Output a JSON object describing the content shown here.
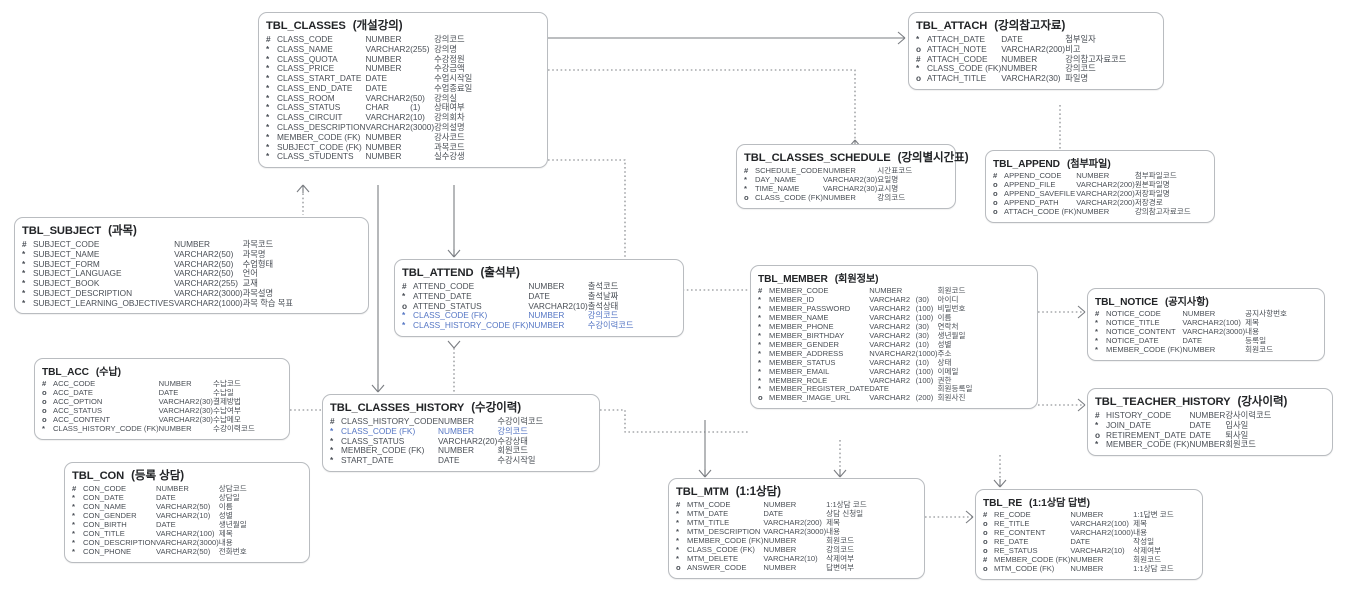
{
  "diagram": {
    "kind": "erd",
    "notation": "crow-foot / barker",
    "mark_legend": {
      "pk": "#",
      "mandatory": "*",
      "optional": "o"
    },
    "colors": {
      "entity_border": "#b9bcc0",
      "text": "#4a4f56",
      "title": "#222427",
      "fk_highlight": "#5576c4",
      "line": "#7a7d82"
    }
  },
  "entities": [
    {
      "id": "TBL_CLASSES",
      "name": "TBL_CLASSES",
      "korean": "(개설강의)",
      "attrs": [
        {
          "mark": "#",
          "name": "CLASS_CODE",
          "type": "NUMBER",
          "size": "",
          "ko": "강의코드",
          "fk": false
        },
        {
          "mark": "*",
          "name": "CLASS_NAME",
          "type": "VARCHAR2",
          "size": "(255)",
          "ko": "강의명",
          "fk": false
        },
        {
          "mark": "*",
          "name": "CLASS_QUOTA",
          "type": "NUMBER",
          "size": "",
          "ko": "수강정원",
          "fk": false
        },
        {
          "mark": "*",
          "name": "CLASS_PRICE",
          "type": "NUMBER",
          "size": "",
          "ko": "수강금액",
          "fk": false
        },
        {
          "mark": "*",
          "name": "CLASS_START_DATE",
          "type": "DATE",
          "size": "",
          "ko": "수업시작일",
          "fk": false
        },
        {
          "mark": "*",
          "name": "CLASS_END_DATE",
          "type": "DATE",
          "size": "",
          "ko": "수업종료일",
          "fk": false
        },
        {
          "mark": "*",
          "name": "CLASS_ROOM",
          "type": "VARCHAR2",
          "size": "(50)",
          "ko": "강의실",
          "fk": false
        },
        {
          "mark": "*",
          "name": "CLASS_STATUS",
          "type": "CHAR",
          "size": "(1)",
          "ko": "상태여부",
          "fk": false
        },
        {
          "mark": "*",
          "name": "CLASS_CIRCUIT",
          "type": "VARCHAR2",
          "size": "(10)",
          "ko": "강의회차",
          "fk": false
        },
        {
          "mark": "*",
          "name": "CLASS_DESCRIPTION",
          "type": "VARCHAR2",
          "size": "(3000)",
          "ko": "강의설명",
          "fk": false
        },
        {
          "mark": "*",
          "name": "MEMBER_CODE (FK)",
          "type": "NUMBER",
          "size": "",
          "ko": "강사코드",
          "fk": false
        },
        {
          "mark": "*",
          "name": "SUBJECT_CODE (FK)",
          "type": "NUMBER",
          "size": "",
          "ko": "과목코드",
          "fk": false
        },
        {
          "mark": "*",
          "name": "CLASS_STUDENTS",
          "type": "NUMBER",
          "size": "",
          "ko": "실수강생",
          "fk": false
        }
      ]
    },
    {
      "id": "TBL_ATTACH",
      "name": "TBL_ATTACH",
      "korean": "(강의참고자료)",
      "attrs": [
        {
          "mark": "*",
          "name": "ATTACH_DATE",
          "type": "DATE",
          "size": "",
          "ko": "첨부일자",
          "fk": false
        },
        {
          "mark": "o",
          "name": "ATTACH_NOTE",
          "type": "VARCHAR2",
          "size": "(200)",
          "ko": "비고",
          "fk": false
        },
        {
          "mark": "#",
          "name": "ATTACH_CODE",
          "type": "NUMBER",
          "size": "",
          "ko": "강의참고자료코드",
          "fk": false
        },
        {
          "mark": "*",
          "name": "CLASS_CODE (FK)",
          "type": "NUMBER",
          "size": "",
          "ko": "강의코드",
          "fk": false
        },
        {
          "mark": "o",
          "name": "ATTACH_TITLE",
          "type": "VARCHAR2",
          "size": "(30)",
          "ko": "파일명",
          "fk": false
        }
      ]
    },
    {
      "id": "TBL_CLASSES_SCHEDULE",
      "name": "TBL_CLASSES_SCHEDULE",
      "korean": "(강의별시간표)",
      "attrs": [
        {
          "mark": "#",
          "name": "SCHEDULE_CODE",
          "type": "NUMBER",
          "size": "",
          "ko": "시간표코드",
          "fk": false
        },
        {
          "mark": "*",
          "name": "DAY_NAME",
          "type": "VARCHAR2",
          "size": "(30)",
          "ko": "요일명",
          "fk": false
        },
        {
          "mark": "*",
          "name": "TIME_NAME",
          "type": "VARCHAR2",
          "size": "(30)",
          "ko": "교시명",
          "fk": false
        },
        {
          "mark": "o",
          "name": "CLASS_CODE (FK)",
          "type": "NUMBER",
          "size": "",
          "ko": "강의코드",
          "fk": false
        }
      ]
    },
    {
      "id": "TBL_APPEND",
      "name": "TBL_APPEND",
      "korean": "(첨부파일)",
      "attrs": [
        {
          "mark": "#",
          "name": "APPEND_CODE",
          "type": "NUMBER",
          "size": "",
          "ko": "첨부파일코드",
          "fk": false
        },
        {
          "mark": "o",
          "name": "APPEND_FILE",
          "type": "VARCHAR2",
          "size": "(200)",
          "ko": "원본파일명",
          "fk": false
        },
        {
          "mark": "o",
          "name": "APPEND_SAVEFILE",
          "type": "VARCHAR2",
          "size": "(200)",
          "ko": "저장파일명",
          "fk": false
        },
        {
          "mark": "o",
          "name": "APPEND_PATH",
          "type": "VARCHAR2",
          "size": "(200)",
          "ko": "저장경로",
          "fk": false
        },
        {
          "mark": "o",
          "name": "ATTACH_CODE (FK)",
          "type": "NUMBER",
          "size": "",
          "ko": "강의참고자료코드",
          "fk": false
        }
      ]
    },
    {
      "id": "TBL_SUBJECT",
      "name": "TBL_SUBJECT",
      "korean": "(과목)",
      "attrs": [
        {
          "mark": "#",
          "name": "SUBJECT_CODE",
          "type": "NUMBER",
          "size": "",
          "ko": "과목코드",
          "fk": false
        },
        {
          "mark": "*",
          "name": "SUBJECT_NAME",
          "type": "VARCHAR2",
          "size": "(50)",
          "ko": "과목명",
          "fk": false
        },
        {
          "mark": "*",
          "name": "SUBJECT_FORM",
          "type": "VARCHAR2",
          "size": "(50)",
          "ko": "수업형태",
          "fk": false
        },
        {
          "mark": "*",
          "name": "SUBJECT_LANGUAGE",
          "type": "VARCHAR2",
          "size": "(50)",
          "ko": "언어",
          "fk": false
        },
        {
          "mark": "*",
          "name": "SUBJECT_BOOK",
          "type": "VARCHAR2",
          "size": "(255)",
          "ko": "교재",
          "fk": false
        },
        {
          "mark": "*",
          "name": "SUBJECT_DESCRIPTION",
          "type": "VARCHAR2",
          "size": "(3000)",
          "ko": "과목설명",
          "fk": false
        },
        {
          "mark": "*",
          "name": "SUBJECT_LEARNING_OBJECTIVES",
          "type": "VARCHAR2",
          "size": "(1000)",
          "ko": "과목 학습 목표",
          "fk": false
        }
      ]
    },
    {
      "id": "TBL_ATTEND",
      "name": "TBL_ATTEND",
      "korean": "(출석부)",
      "attrs": [
        {
          "mark": "#",
          "name": "ATTEND_CODE",
          "type": "NUMBER",
          "size": "",
          "ko": "출석코드",
          "fk": false
        },
        {
          "mark": "*",
          "name": "ATTEND_DATE",
          "type": "DATE",
          "size": "",
          "ko": "출석날짜",
          "fk": false
        },
        {
          "mark": "o",
          "name": "ATTEND_STATUS",
          "type": "VARCHAR2",
          "size": "(10)",
          "ko": "출석상태",
          "fk": false
        },
        {
          "mark": "*",
          "name": "CLASS_CODE (FK)",
          "type": "NUMBER",
          "size": "",
          "ko": "강의코드",
          "fk": true
        },
        {
          "mark": "*",
          "name": "CLASS_HISTORY_CODE (FK)",
          "type": "NUMBER",
          "size": "",
          "ko": "수강이력코드",
          "fk": true
        }
      ]
    },
    {
      "id": "TBL_MEMBER",
      "name": "TBL_MEMBER",
      "korean": "(회원정보)",
      "attrs": [
        {
          "mark": "#",
          "name": "MEMBER_CODE",
          "type": "NUMBER",
          "size": "",
          "ko": "회원코드",
          "fk": false
        },
        {
          "mark": "*",
          "name": "MEMBER_ID",
          "type": "VARCHAR2",
          "size": "(30)",
          "ko": "아이디",
          "fk": false
        },
        {
          "mark": "*",
          "name": "MEMBER_PASSWORD",
          "type": "VARCHAR2",
          "size": "(100)",
          "ko": "비밀번호",
          "fk": false
        },
        {
          "mark": "*",
          "name": "MEMBER_NAME",
          "type": "VARCHAR2",
          "size": "(100)",
          "ko": "이름",
          "fk": false
        },
        {
          "mark": "*",
          "name": "MEMBER_PHONE",
          "type": "VARCHAR2",
          "size": "(30)",
          "ko": "연락처",
          "fk": false
        },
        {
          "mark": "*",
          "name": "MEMBER_BIRTHDAY",
          "type": "VARCHAR2",
          "size": "(30)",
          "ko": "생년월일",
          "fk": false
        },
        {
          "mark": "*",
          "name": "MEMBER_GENDER",
          "type": "VARCHAR2",
          "size": "(10)",
          "ko": "성별",
          "fk": false
        },
        {
          "mark": "*",
          "name": "MEMBER_ADDRESS",
          "type": "NVARCHAR2",
          "size": "(1000)",
          "ko": "주소",
          "fk": false
        },
        {
          "mark": "*",
          "name": "MEMBER_STATUS",
          "type": "VARCHAR2",
          "size": "(10)",
          "ko": "상태",
          "fk": false
        },
        {
          "mark": "*",
          "name": "MEMBER_EMAIL",
          "type": "VARCHAR2",
          "size": "(100)",
          "ko": "이메일",
          "fk": false
        },
        {
          "mark": "*",
          "name": "MEMBER_ROLE",
          "type": "VARCHAR2",
          "size": "(100)",
          "ko": "권한",
          "fk": false
        },
        {
          "mark": "*",
          "name": "MEMBER_REGISTER_DATE",
          "type": "DATE",
          "size": "",
          "ko": "회원등록일",
          "fk": false
        },
        {
          "mark": "o",
          "name": "MEMBER_IMAGE_URL",
          "type": "VARCHAR2",
          "size": "(200)",
          "ko": "회원사진",
          "fk": false
        }
      ]
    },
    {
      "id": "TBL_NOTICE",
      "name": "TBL_NOTICE",
      "korean": "(공지사항)",
      "attrs": [
        {
          "mark": "#",
          "name": "NOTICE_CODE",
          "type": "NUMBER",
          "size": "",
          "ko": "공지사항번호",
          "fk": false
        },
        {
          "mark": "*",
          "name": "NOTICE_TITLE",
          "type": "VARCHAR2",
          "size": "(100)",
          "ko": "제목",
          "fk": false
        },
        {
          "mark": "*",
          "name": "NOTICE_CONTENT",
          "type": "VARCHAR2",
          "size": "(3000)",
          "ko": "내용",
          "fk": false
        },
        {
          "mark": "*",
          "name": "NOTICE_DATE",
          "type": "DATE",
          "size": "",
          "ko": "등록일",
          "fk": false
        },
        {
          "mark": "*",
          "name": "MEMBER_CODE (FK)",
          "type": "NUMBER",
          "size": "",
          "ko": "회원코드",
          "fk": false
        }
      ]
    },
    {
      "id": "TBL_ACC",
      "name": "TBL_ACC",
      "korean": "(수납)",
      "attrs": [
        {
          "mark": "#",
          "name": "ACC_CODE",
          "type": "NUMBER",
          "size": "",
          "ko": "수납코드",
          "fk": false
        },
        {
          "mark": "o",
          "name": "ACC_DATE",
          "type": "DATE",
          "size": "",
          "ko": "수납일",
          "fk": false
        },
        {
          "mark": "o",
          "name": "ACC_OPTION",
          "type": "VARCHAR2",
          "size": "(30)",
          "ko": "결제방법",
          "fk": false
        },
        {
          "mark": "o",
          "name": "ACC_STATUS",
          "type": "VARCHAR2",
          "size": "(30)",
          "ko": "수납여부",
          "fk": false
        },
        {
          "mark": "o",
          "name": "ACC_CONTENT",
          "type": "VARCHAR2",
          "size": "(30)",
          "ko": "수납메모",
          "fk": false
        },
        {
          "mark": "*",
          "name": "CLASS_HISTORY_CODE (FK)",
          "type": "NUMBER",
          "size": "",
          "ko": "수강이력코드",
          "fk": false
        }
      ]
    },
    {
      "id": "TBL_CLASSES_HISTORY",
      "name": "TBL_CLASSES_HISTORY",
      "korean": "(수강이력)",
      "attrs": [
        {
          "mark": "#",
          "name": "CLASS_HISTORY_CODE",
          "type": "NUMBER",
          "size": "",
          "ko": "수강이력코드",
          "fk": false
        },
        {
          "mark": "*",
          "name": "CLASS_CODE (FK)",
          "type": "NUMBER",
          "size": "",
          "ko": "강의코드",
          "fk": true
        },
        {
          "mark": "*",
          "name": "CLASS_STATUS",
          "type": "VARCHAR2",
          "size": "(20)",
          "ko": "수강상태",
          "fk": false
        },
        {
          "mark": "*",
          "name": "MEMBER_CODE (FK)",
          "type": "NUMBER",
          "size": "",
          "ko": "회원코드",
          "fk": false
        },
        {
          "mark": "*",
          "name": "START_DATE",
          "type": "DATE",
          "size": "",
          "ko": "수강시작일",
          "fk": false
        }
      ]
    },
    {
      "id": "TBL_TEACHER_HISTORY",
      "name": "TBL_TEACHER_HISTORY",
      "korean": "(강사이력)",
      "attrs": [
        {
          "mark": "#",
          "name": "HISTORY_CODE",
          "type": "NUMBER",
          "size": "",
          "ko": "강사이력코드",
          "fk": false
        },
        {
          "mark": "*",
          "name": "JOIN_DATE",
          "type": "DATE",
          "size": "",
          "ko": "입사일",
          "fk": false
        },
        {
          "mark": "o",
          "name": "RETIREMENT_DATE",
          "type": "DATE",
          "size": "",
          "ko": "퇴사일",
          "fk": false
        },
        {
          "mark": "*",
          "name": "MEMBER_CODE (FK)",
          "type": "NUMBER",
          "size": "",
          "ko": "회원코드",
          "fk": false
        }
      ]
    },
    {
      "id": "TBL_CON",
      "name": "TBL_CON",
      "korean": "(등록 상담)",
      "attrs": [
        {
          "mark": "#",
          "name": "CON_CODE",
          "type": "NUMBER",
          "size": "",
          "ko": "상담코드",
          "fk": false
        },
        {
          "mark": "*",
          "name": "CON_DATE",
          "type": "DATE",
          "size": "",
          "ko": "상담일",
          "fk": false
        },
        {
          "mark": "*",
          "name": "CON_NAME",
          "type": "VARCHAR2",
          "size": "(50)",
          "ko": "이름",
          "fk": false
        },
        {
          "mark": "*",
          "name": "CON_GENDER",
          "type": "VARCHAR2",
          "size": "(10)",
          "ko": "성별",
          "fk": false
        },
        {
          "mark": "*",
          "name": "CON_BIRTH",
          "type": "DATE",
          "size": "",
          "ko": "생년월일",
          "fk": false
        },
        {
          "mark": "*",
          "name": "CON_TITLE",
          "type": "VARCHAR2",
          "size": "(100)",
          "ko": "제목",
          "fk": false
        },
        {
          "mark": "*",
          "name": "CON_DESCRIPTION",
          "type": "VARCHAR2",
          "size": "(3000)",
          "ko": "내용",
          "fk": false
        },
        {
          "mark": "*",
          "name": "CON_PHONE",
          "type": "VARCHAR2",
          "size": "(50)",
          "ko": "전화번호",
          "fk": false
        }
      ]
    },
    {
      "id": "TBL_MTM",
      "name": "TBL_MTM",
      "korean": "(1:1상담)",
      "attrs": [
        {
          "mark": "#",
          "name": "MTM_CODE",
          "type": "NUMBER",
          "size": "",
          "ko": "1:1상담 코드",
          "fk": false
        },
        {
          "mark": "*",
          "name": "MTM_DATE",
          "type": "DATE",
          "size": "",
          "ko": "상담 신청일",
          "fk": false
        },
        {
          "mark": "*",
          "name": "MTM_TITLE",
          "type": "VARCHAR2",
          "size": "(200)",
          "ko": "제목",
          "fk": false
        },
        {
          "mark": "*",
          "name": "MTM_DESCRIPTION",
          "type": "VARCHAR2",
          "size": "(3000)",
          "ko": "내용",
          "fk": false
        },
        {
          "mark": "*",
          "name": "MEMBER_CODE (FK)",
          "type": "NUMBER",
          "size": "",
          "ko": "회원코드",
          "fk": false
        },
        {
          "mark": "*",
          "name": "CLASS_CODE (FK)",
          "type": "NUMBER",
          "size": "",
          "ko": "강의코드",
          "fk": false
        },
        {
          "mark": "*",
          "name": "MTM_DELETE",
          "type": "VARCHAR2",
          "size": "(10)",
          "ko": "삭제여부",
          "fk": false
        },
        {
          "mark": "o",
          "name": "ANSWER_CODE",
          "type": "NUMBER",
          "size": "",
          "ko": "답변여부",
          "fk": false
        }
      ]
    },
    {
      "id": "TBL_RE",
      "name": "TBL_RE",
      "korean": "(1:1상담 답변)",
      "attrs": [
        {
          "mark": "#",
          "name": "RE_CODE",
          "type": "NUMBER",
          "size": "",
          "ko": "1:1답변 코드",
          "fk": false
        },
        {
          "mark": "o",
          "name": "RE_TITLE",
          "type": "VARCHAR2",
          "size": "(100)",
          "ko": "제목",
          "fk": false
        },
        {
          "mark": "o",
          "name": "RE_CONTENT",
          "type": "VARCHAR2",
          "size": "(1000)",
          "ko": "내용",
          "fk": false
        },
        {
          "mark": "o",
          "name": "RE_DATE",
          "type": "DATE",
          "size": "",
          "ko": "작성일",
          "fk": false
        },
        {
          "mark": "o",
          "name": "RE_STATUS",
          "type": "VARCHAR2",
          "size": "(10)",
          "ko": "삭제여부",
          "fk": false
        },
        {
          "mark": "#",
          "name": "MEMBER_CODE (FK)",
          "type": "NUMBER",
          "size": "",
          "ko": "회원코드",
          "fk": false
        },
        {
          "mark": "o",
          "name": "MTM_CODE (FK)",
          "type": "NUMBER",
          "size": "",
          "ko": "1:1상담 코드",
          "fk": false
        }
      ]
    }
  ]
}
